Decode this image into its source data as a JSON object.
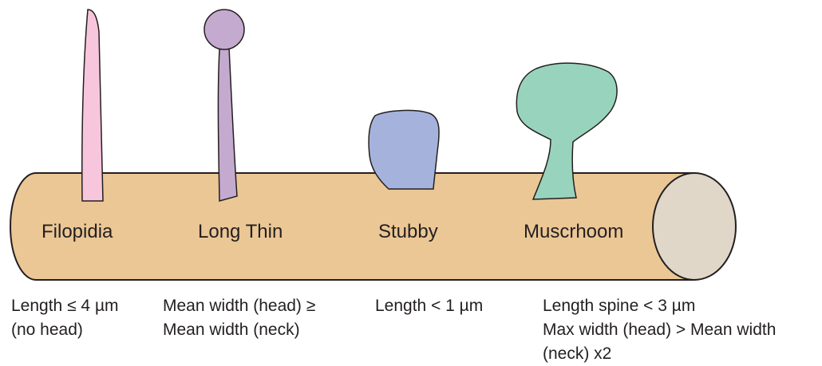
{
  "spines": [
    {
      "name": "Filopidia",
      "color": "#f8c6dc",
      "criterion": "Length ≤ 4 µm\n(no  head)"
    },
    {
      "name": "Long Thin",
      "color": "#c5aad0",
      "criterion": "Mean width (head) ≥\nMean width (neck)"
    },
    {
      "name": "Stubby",
      "color": "#a5b3dc",
      "criterion": "Length < 1 µm"
    },
    {
      "name": "Muscrhoom",
      "color": "#98d4bd",
      "criterion": "Length spine < 3 µm\nMax width (head) > Mean width\n(neck) x2"
    }
  ],
  "colors": {
    "dendrite": "#ebc795",
    "dendrite_end": "#e0d7c8",
    "outline": "#231f20"
  }
}
